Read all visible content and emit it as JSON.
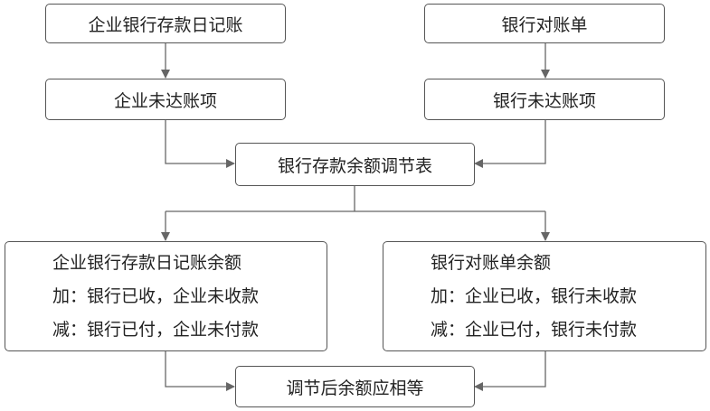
{
  "nodes": {
    "company_journal": "企业银行存款日记账",
    "bank_statement": "银行对账单",
    "company_unrecorded": "企业未达账项",
    "bank_unrecorded": "银行未达账项",
    "reconciliation": "银行存款余额调节表",
    "company_balance": {
      "title": "企业银行存款日记账余额",
      "add": "加：银行已收，企业未收款",
      "subtract": "减：银行已付，企业未付款"
    },
    "bank_balance": {
      "title": "银行对账单余额",
      "add": "加：企业已收，银行未收款",
      "subtract": "减：企业已付，银行未付款"
    },
    "result": "调节后余额应相等"
  },
  "colors": {
    "border": "#555555",
    "line": "#666666",
    "text": "#222222"
  }
}
